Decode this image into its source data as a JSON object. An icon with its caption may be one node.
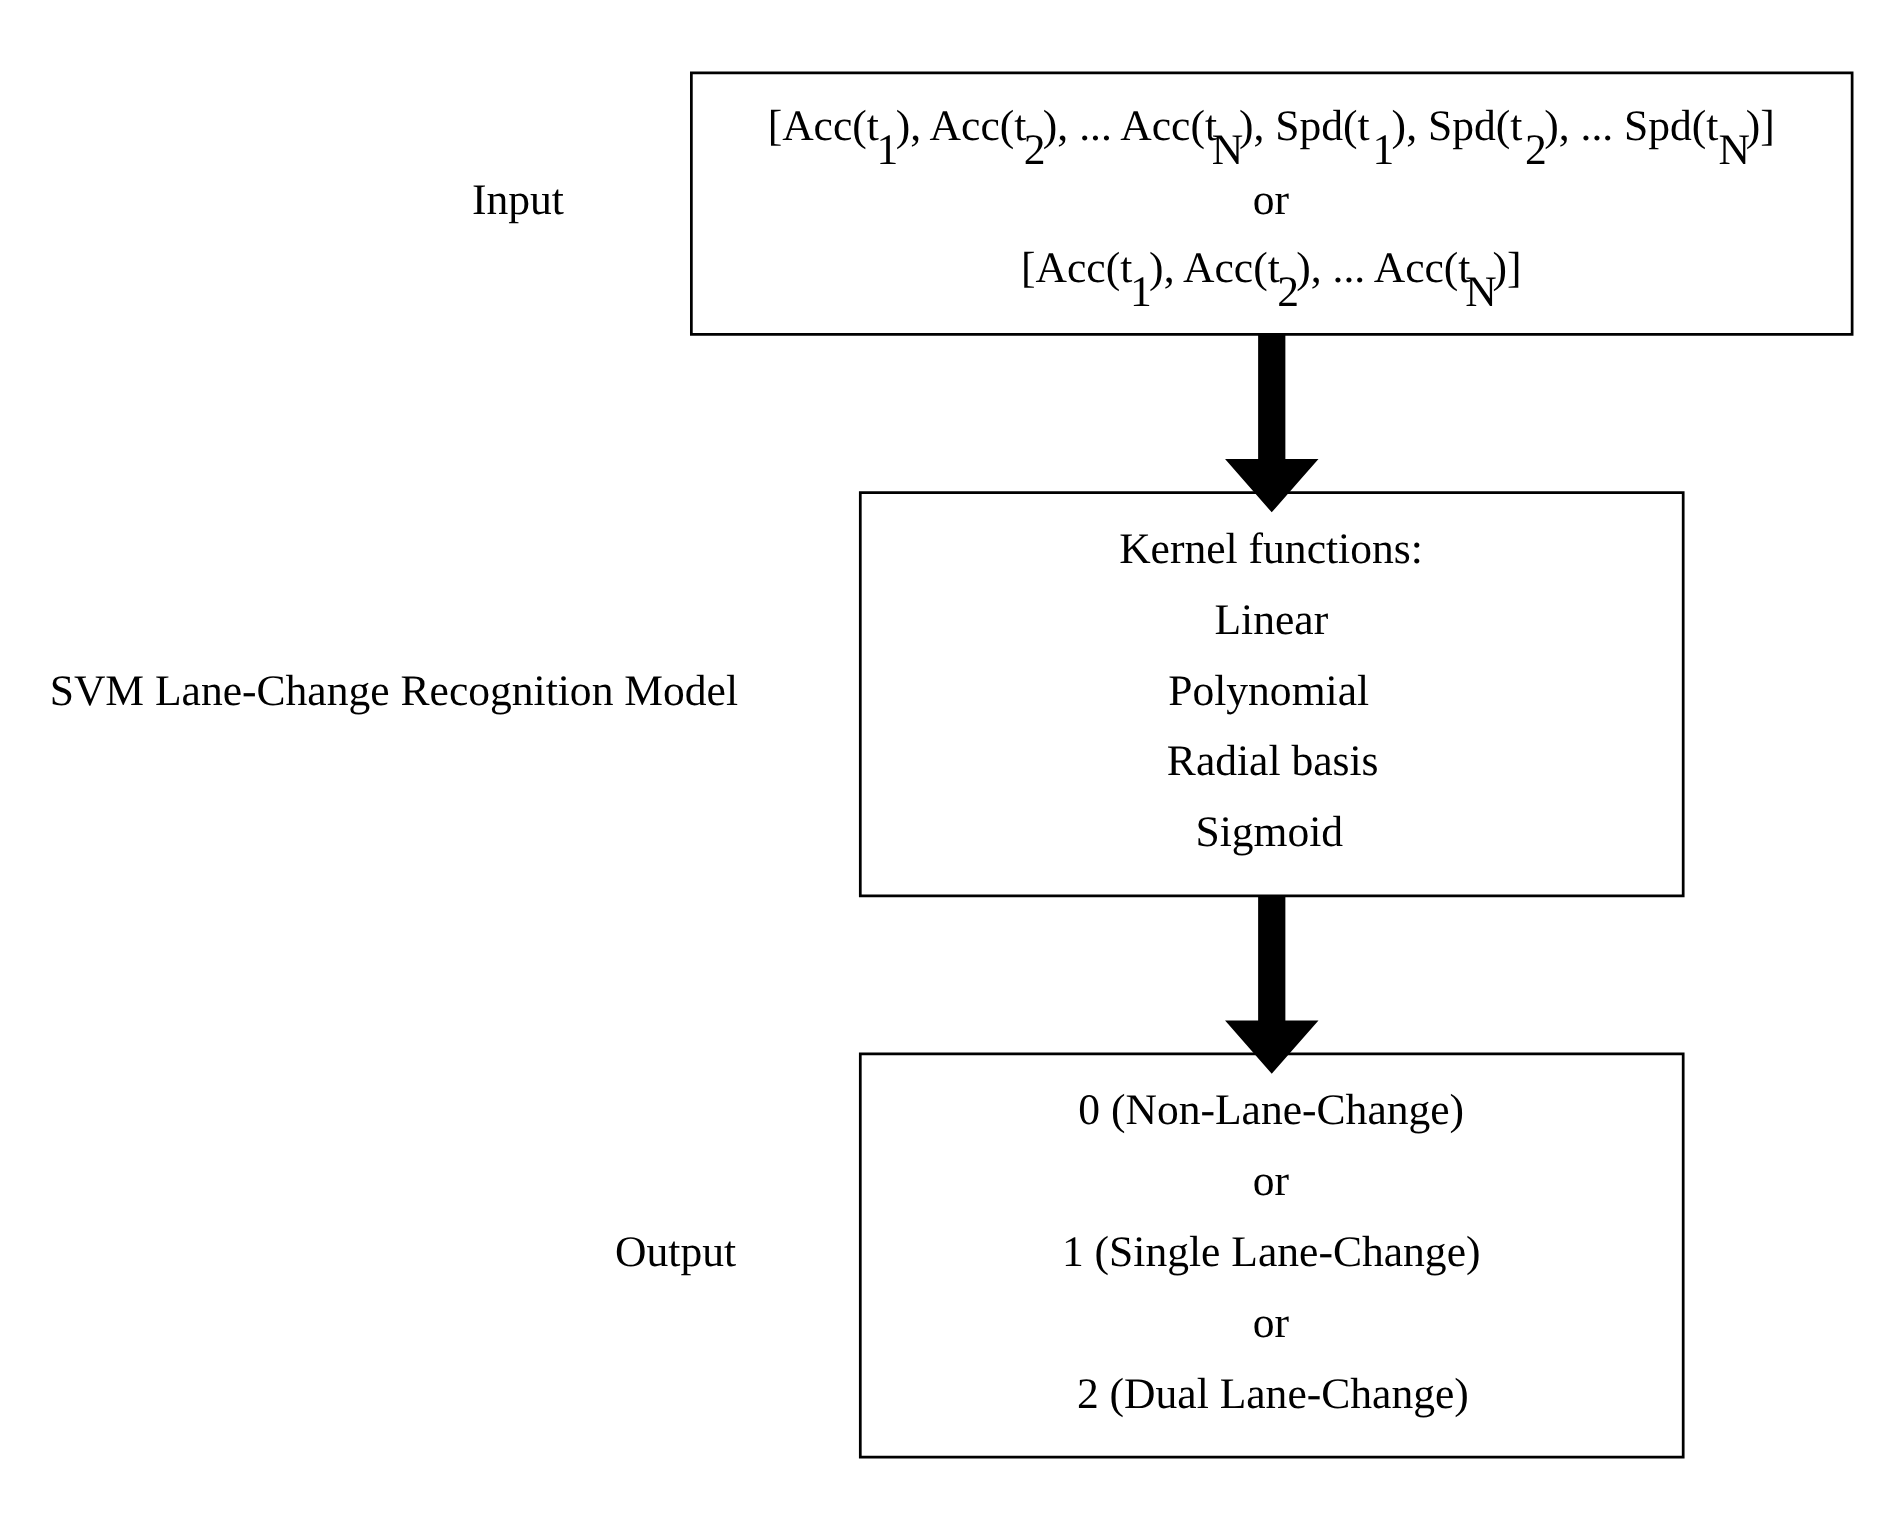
{
  "diagram": {
    "nodes": [
      {
        "text": [
          "[Acc(t$_{1}$), Acc(t$_{2}$), ... Acc(t$_{N}$), Spd(t$_{1}$), Spd(t$_{2}$), ... Spd(t$_{N}$)]",
          "or",
          "[Acc(t$_{1}$), Acc(t$_{2}$), ... Acc(t$_{N}$)]"
        ],
        "beside": [
          "Input"
        ]
      },
      {
        "text": [
          "Kernel functions:",
          "Linear",
          "Polynomial",
          "Radial basis",
          "Sigmoid"
        ],
        "beside": [
          "SVM Lane-Change Recognition Model"
        ]
      },
      {
        "text": [
          "0 (Non-Lane-Change)",
          "or",
          "1 (Single Lane-Change)",
          "or",
          "2 (Dual Lane-Change)"
        ],
        "beside": [
          "Output"
        ]
      }
    ],
    "edges": [
      {
        "from": 0,
        "to": 1,
        "arrow": "to"
      },
      {
        "from": 1,
        "to": 2,
        "arrow": "to"
      }
    ]
  }
}
